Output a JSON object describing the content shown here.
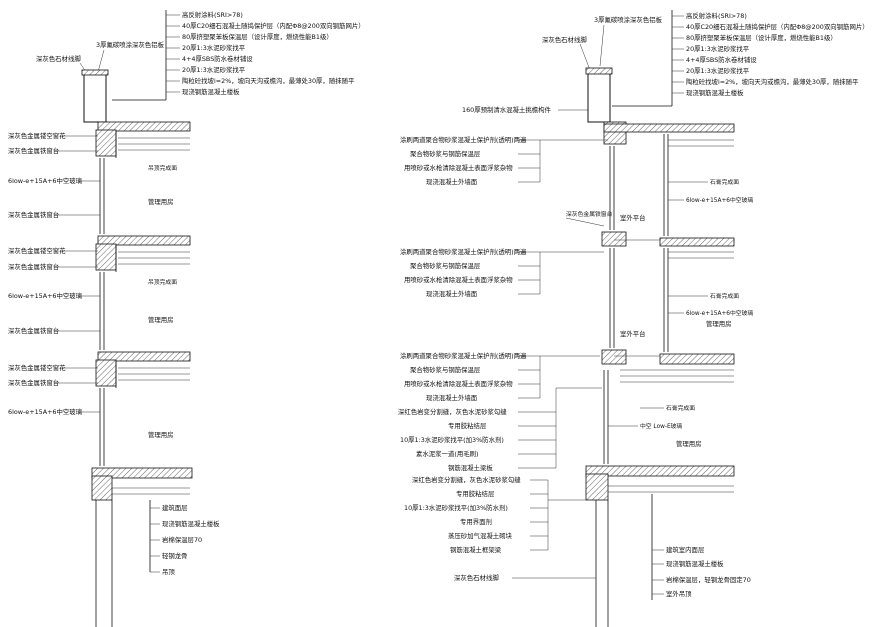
{
  "left_section": {
    "top_notes": [
      "高反射涂料(SRI>78)",
      "40厚C20细石混凝土随捣保护层（内配Φ8@200双向钢筋网片）",
      "80厚挤塑聚苯板保温层（设计厚度，燃烧性能B1级）",
      "20厚1:3水泥砂浆找平",
      "4+4厚SBS防水卷材铺设",
      "20厚1:3水泥砂浆找平",
      "陶粒砼找坡i=2%，坡向天沟或檐沟，最薄处30厚，随抹随平",
      "现浇钢筋混凝土楼板"
    ],
    "parapet_labels": [
      "深灰色石材线脚",
      "3厚氟碳喷涂深灰色铝板"
    ],
    "side_labels": [
      "深灰色金属镂空窗花",
      "深灰色金属铁窗台",
      "6low-e+15A+6中空玻璃",
      "深灰色金属铁窗台",
      "深灰色金属镂空窗花",
      "深灰色金属铁窗台",
      "6low-e+15A+6中空玻璃",
      "深灰色金属铁窗台",
      "深灰色金属镂空窗花",
      "深灰色金属铁窗台",
      "6low-e+15A+6中空玻璃"
    ],
    "room_labels": [
      "吊顶完成面",
      "管理用房",
      "吊顶完成面",
      "管理用房",
      "管理用房"
    ],
    "bottom_notes": [
      "建筑面层",
      "现浇钢筋混凝土楼板",
      "岩棉保温层70",
      "轻钢龙骨",
      "吊顶"
    ]
  },
  "right_section": {
    "top_notes": [
      "高反射涂料(SRI>78)",
      "40厚C20细石混凝土随捣保护层（内配Φ8@200双向钢筋网片）",
      "80厚挤塑聚苯板保温层（设计厚度，燃烧性能B1级）",
      "20厚1:3水泥砂浆找平",
      "4+4厚SBS防水卷材铺设",
      "20厚1:3水泥砂浆找平",
      "陶粒砼找坡i=2%，坡向天沟或檐沟，最薄处30厚，随抹随平",
      "现浇钢筋混凝土楼板"
    ],
    "parapet_labels": [
      "深灰色石材线脚",
      "3厚氟碳喷涂深灰色铝板",
      "160厚预制清水混凝土挑檐构件"
    ],
    "wall_group_1": [
      "涂刷两道聚合物砂浆混凝土保护剂(透明)两遍",
      "聚合物砂浆与钢筋保温层",
      "用喷砂或水枪清除混凝土表面浮浆杂物",
      "现浇混凝土外墙面"
    ],
    "wall_group_2": [
      "涂刷两道聚合物砂浆混凝土保护剂(透明)两遍",
      "聚合物砂浆与钢筋保温层",
      "用喷砂或水枪清除混凝土表面浮浆杂物",
      "现浇混凝土外墙面"
    ],
    "wall_group_3": [
      "涂刷两道聚合物砂浆混凝土保护剂(透明)两遍",
      "聚合物砂浆与钢筋保温层",
      "用喷砂或水枪清除混凝土表面浮浆杂物",
      "现浇混凝土外墙面",
      "深红色岩变分割缝，灰色水泥砂浆勾缝",
      "专用胶粘结层",
      "10厚1:3水泥砂浆找平(加3%防水剂)",
      "素水泥浆一道(用毛刷)",
      "钢筋混凝土梁板"
    ],
    "mid_label": "深灰色金属铁窗台",
    "right_labels": [
      "石膏完成面",
      "6low-e+15A+6中空玻璃",
      "石膏完成面",
      "6low-e+15A+6中空玻璃",
      "石膏完成面",
      "中空 Low-E玻璃"
    ],
    "room_labels": [
      "室外平台",
      "室外平台",
      "管理用房",
      "管理用房"
    ],
    "lower_notes": [
      "深红色岩变分割缝，灰色水泥砂浆勾缝",
      "专用胶粘结层",
      "10厚1:3水泥砂浆找平(加3%防水剂)",
      "专用界面剂",
      "蒸压砂加气混凝土砌块",
      "钢筋混凝土框架梁",
      "深灰色石材线脚"
    ],
    "bottom_notes": [
      "建筑室内面层",
      "现浇钢筋混凝土楼板",
      "岩棉保温层，轻钢龙骨固定70",
      "室外吊顶"
    ]
  }
}
